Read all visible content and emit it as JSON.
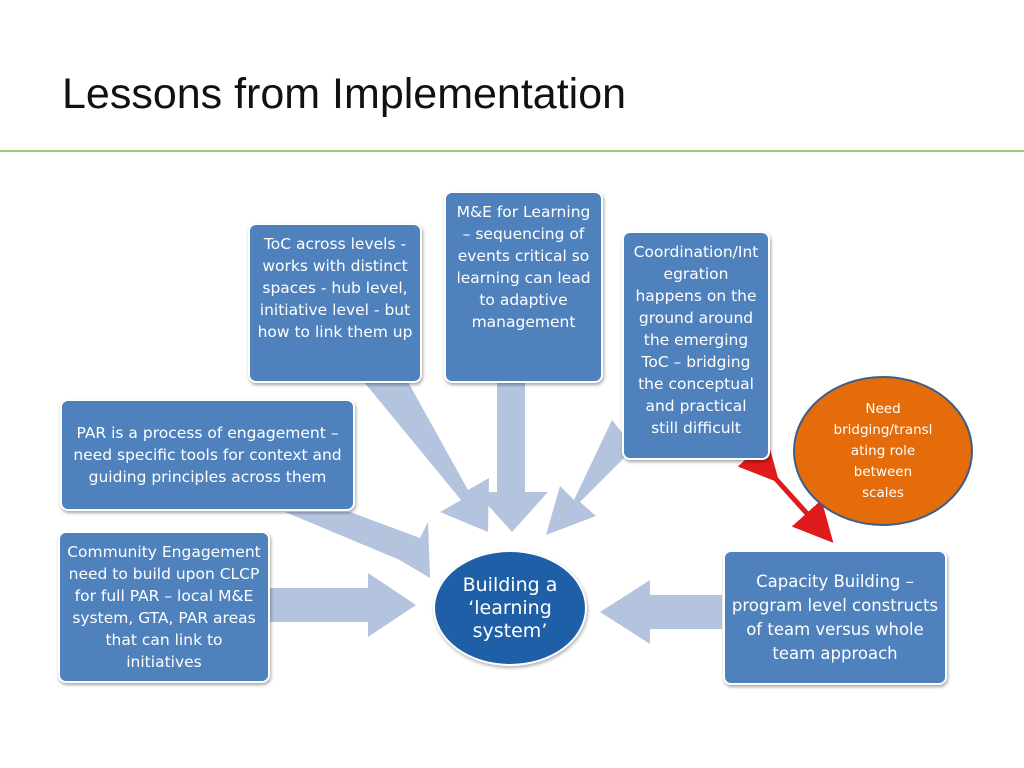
{
  "slide": {
    "title": "Lessons from Implementation"
  },
  "diagram": {
    "center": "Building a ‘learning system’",
    "boxes": {
      "toc": "ToC  across levels - works with distinct spaces  - hub level, initiative level - but how to link them up",
      "me": "M&E for Learning – sequencing of events critical so learning can lead to adaptive management",
      "coordination": "Coordination/Integration happens on the ground around the emerging ToC – bridging the conceptual and practical still difficult",
      "par": "PAR is a process of engagement – need specific tools for context and guiding principles across them",
      "community": "Community Engagement need to build upon CLCP for full PAR – local M&E system, GTA, PAR areas that can link to initiatives",
      "capacity": "Capacity Building – program level constructs of team versus whole team approach"
    },
    "callout": "Need bridging/translating role between scales"
  },
  "colors": {
    "box": "#4f81bd",
    "center": "#1f5fa8",
    "arrow": "#b4c4de",
    "callout": "#e46c0a",
    "double_arrow": "#e01b1b",
    "rule": "#9ccc7a"
  }
}
